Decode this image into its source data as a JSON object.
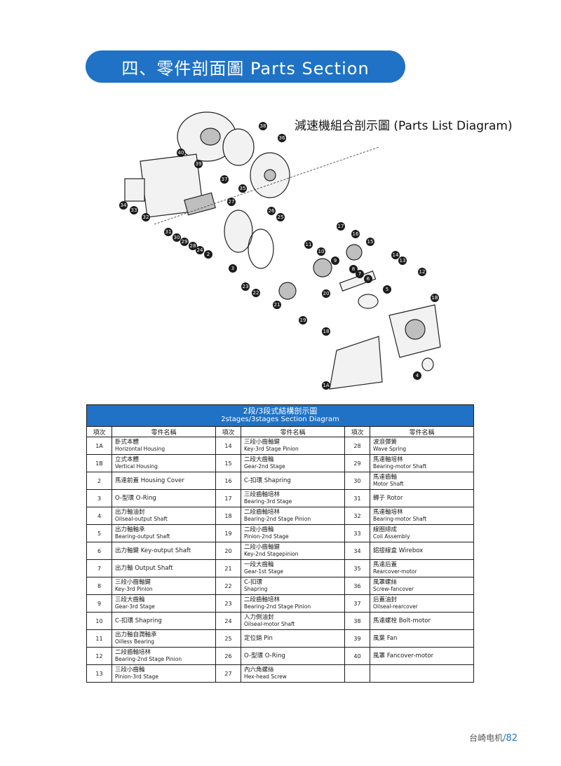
{
  "header": {
    "title": "四、零件剖面圖  Parts Section"
  },
  "diagram": {
    "title": "減速機組合剖示圖 (Parts List Diagram)",
    "callouts": [
      "1A",
      "1B",
      "2",
      "3",
      "4",
      "5",
      "6",
      "7",
      "8",
      "9",
      "10",
      "11",
      "12",
      "13",
      "14",
      "15",
      "16",
      "17",
      "18",
      "19",
      "20",
      "21",
      "22",
      "23",
      "24",
      "25",
      "26",
      "27",
      "28",
      "29",
      "30",
      "31",
      "32",
      "33",
      "34",
      "35",
      "36",
      "37",
      "38",
      "39",
      "40"
    ]
  },
  "table": {
    "title_cn": "2段/3段式結構剖示圖",
    "title_en": "2stages/3stages Section Diagram",
    "col_num": "項次",
    "col_name": "零件名稱",
    "rows": [
      [
        {
          "n": "1A",
          "cn": "卧式本體",
          "en": "Horizontal Housing"
        },
        {
          "n": "14",
          "cn": "三段小齒軸鍵",
          "en": "Key-3rd Stage Pinion"
        },
        {
          "n": "28",
          "cn": "波浪彈簧",
          "en": "Wave Spring"
        }
      ],
      [
        {
          "n": "1B",
          "cn": "立式本體",
          "en": "Vertical Housing"
        },
        {
          "n": "15",
          "cn": "二段大齒輪",
          "en": "Gear-2nd Stage"
        },
        {
          "n": "29",
          "cn": "馬達軸培林",
          "en": "Bearing-motor Shaft"
        }
      ],
      [
        {
          "n": "2",
          "cn": "馬達前蓋  Housing Cover",
          "en": ""
        },
        {
          "n": "16",
          "cn": "C-扣環   Shapring",
          "en": ""
        },
        {
          "n": "30",
          "cn": "馬達齒軸",
          "en": "Motor Shaft"
        }
      ],
      [
        {
          "n": "3",
          "cn": "O-型環  O-Ring",
          "en": ""
        },
        {
          "n": "17",
          "cn": "三段齒軸培林",
          "en": "Bearing-3rd Stage"
        },
        {
          "n": "31",
          "cn": "轉子  Rotor",
          "en": ""
        }
      ],
      [
        {
          "n": "4",
          "cn": "出力軸油封",
          "en": "Oilseal-output Shaft"
        },
        {
          "n": "18",
          "cn": "二段齒軸培林",
          "en": "Bearing-2nd Stage Pinion"
        },
        {
          "n": "32",
          "cn": "馬達軸培林",
          "en": "Bearing-motor Shaft"
        }
      ],
      [
        {
          "n": "5",
          "cn": "出力軸軸承",
          "en": "Bearing-output Shaft"
        },
        {
          "n": "19",
          "cn": "二段小齒輪",
          "en": "Pinion-2nd Stage"
        },
        {
          "n": "33",
          "cn": "線圈總成",
          "en": "Coil Assembly"
        }
      ],
      [
        {
          "n": "6",
          "cn": "出力軸鍵  Key-output Shaft",
          "en": ""
        },
        {
          "n": "20",
          "cn": "二段小齒軸鍵",
          "en": "Key-2nd Stagepinion"
        },
        {
          "n": "34",
          "cn": "鋁接線盒   Wirebox",
          "en": ""
        }
      ],
      [
        {
          "n": "7",
          "cn": "出力軸  Output Shaft",
          "en": ""
        },
        {
          "n": "21",
          "cn": "一段大齒輪",
          "en": "Gear-1st Stage"
        },
        {
          "n": "35",
          "cn": "馬達后蓋",
          "en": "Rearcover-motor"
        }
      ],
      [
        {
          "n": "8",
          "cn": "三段小齒軸鍵",
          "en": "Key-3rd Pinion"
        },
        {
          "n": "22",
          "cn": "C-扣環",
          "en": "Shapring"
        },
        {
          "n": "36",
          "cn": "風罩螺絲",
          "en": "Screw-fancover"
        }
      ],
      [
        {
          "n": "9",
          "cn": "三段大齒輪",
          "en": "Gear-3rd Stage"
        },
        {
          "n": "23",
          "cn": "二段齒軸培林",
          "en": "Bearing-2nd Stage Pinion"
        },
        {
          "n": "37",
          "cn": "后蓋油封",
          "en": "Oilseal-rearcover"
        }
      ],
      [
        {
          "n": "10",
          "cn": "C-扣環  Shapring",
          "en": ""
        },
        {
          "n": "24",
          "cn": "入力側油封",
          "en": "Oilseal-motor Shaft"
        },
        {
          "n": "38",
          "cn": "馬達螺栓  Bolt-motor",
          "en": ""
        }
      ],
      [
        {
          "n": "11",
          "cn": "出力軸自潤軸承",
          "en": "Oilless Bearing"
        },
        {
          "n": "25",
          "cn": "定位銷  Pin",
          "en": ""
        },
        {
          "n": "39",
          "cn": "風葉     Fan",
          "en": ""
        }
      ],
      [
        {
          "n": "12",
          "cn": "二段齒軸培林",
          "en": "Bearing-2nd Stage Pinion"
        },
        {
          "n": "26",
          "cn": "O-型環  O-Ring",
          "en": ""
        },
        {
          "n": "40",
          "cn": "風罩   Fancover-motor",
          "en": ""
        }
      ],
      [
        {
          "n": "13",
          "cn": "三段小齒輪",
          "en": "Pinion-3rd Stage"
        },
        {
          "n": "27",
          "cn": "內六角螺絲",
          "en": "Hex-head Screw"
        },
        {
          "n": "",
          "cn": "",
          "en": ""
        }
      ]
    ]
  },
  "footer": {
    "brand": "台崎电机",
    "page": "/82"
  },
  "colors": {
    "accent": "#1f72c6"
  }
}
